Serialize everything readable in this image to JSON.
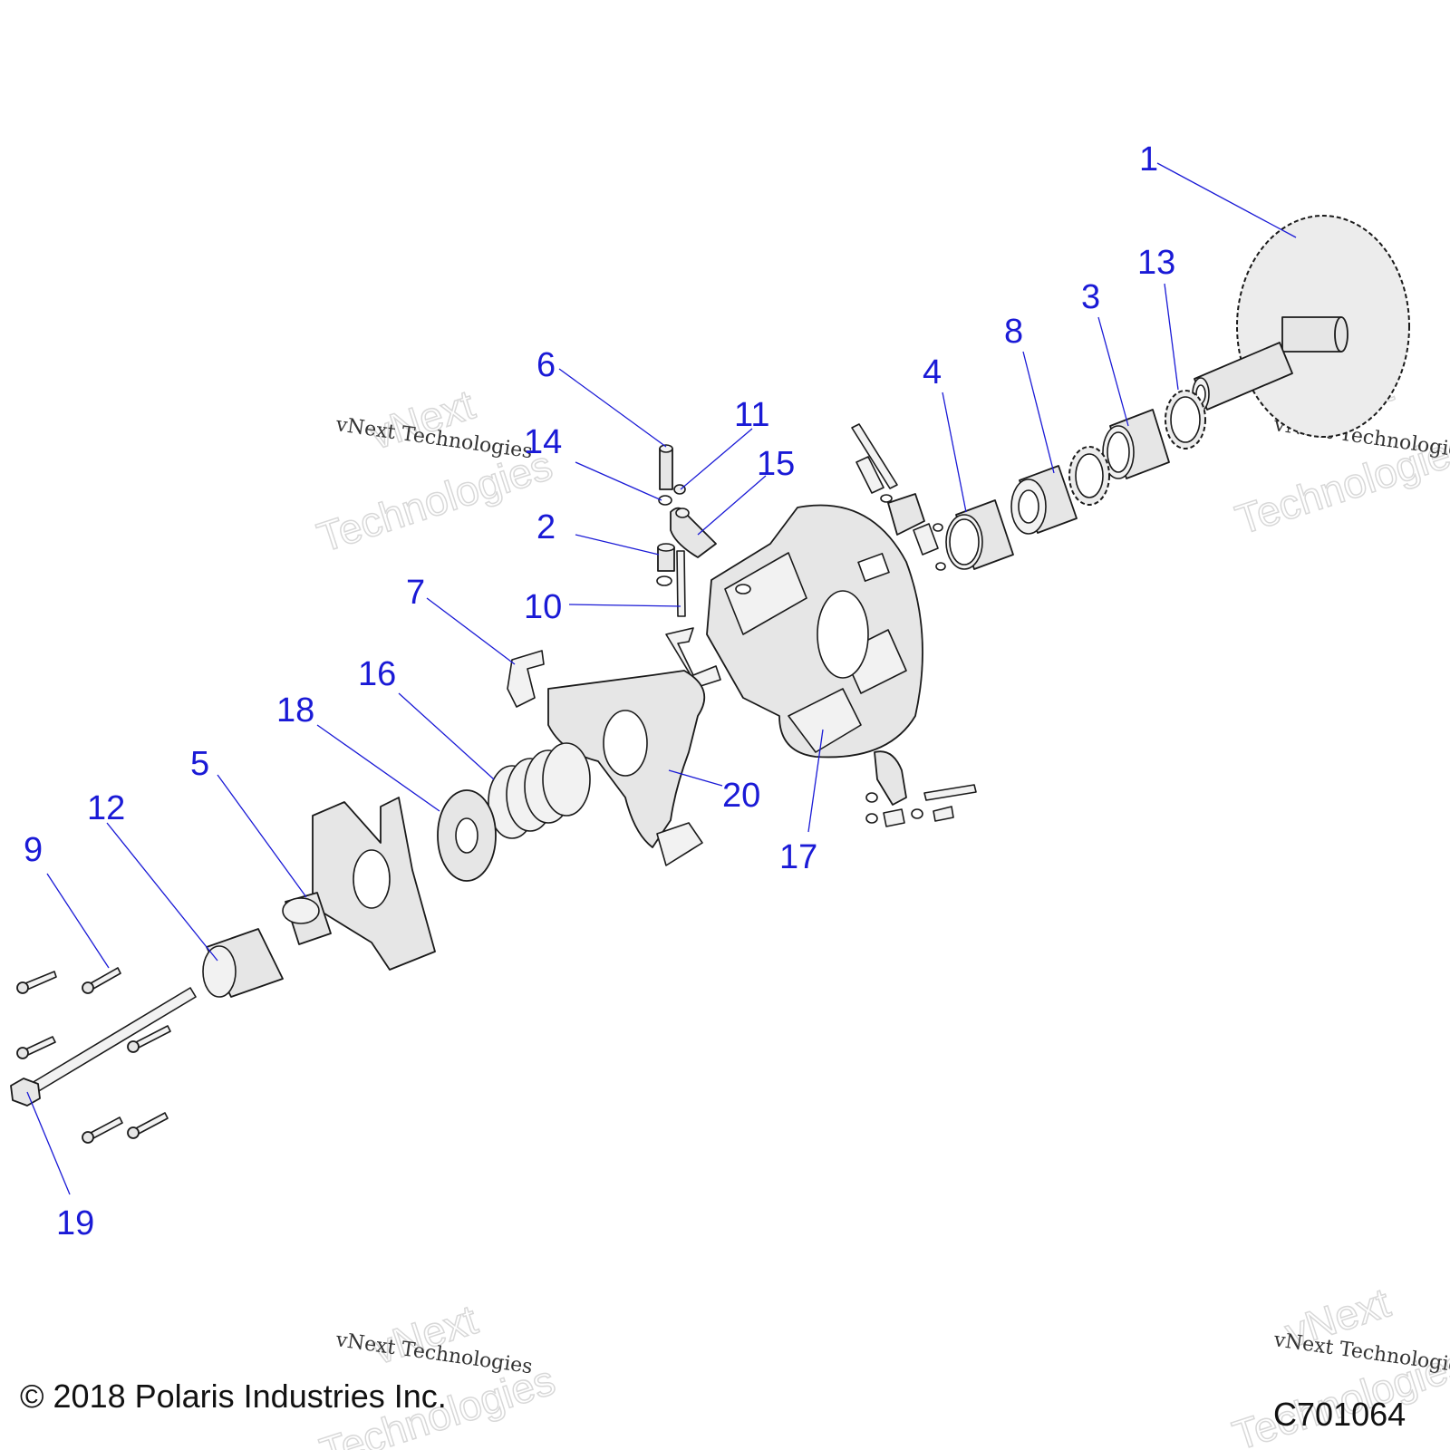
{
  "diagram": {
    "callouts": [
      "1",
      "2",
      "3",
      "4",
      "5",
      "6",
      "7",
      "8",
      "9",
      "10",
      "11",
      "12",
      "13",
      "14",
      "15",
      "16",
      "17",
      "18",
      "19",
      "20"
    ]
  },
  "watermarks": {
    "brand_line": "vNext Technologies",
    "brand_top": "vNext",
    "brand_bottom": "Technologies"
  },
  "footer": {
    "copyright": "© 2018 Polaris Industries Inc.",
    "drawing_id": "C701064"
  },
  "colors": {
    "callout": "#1a1ad6",
    "line_art": "#1a1a1a"
  }
}
